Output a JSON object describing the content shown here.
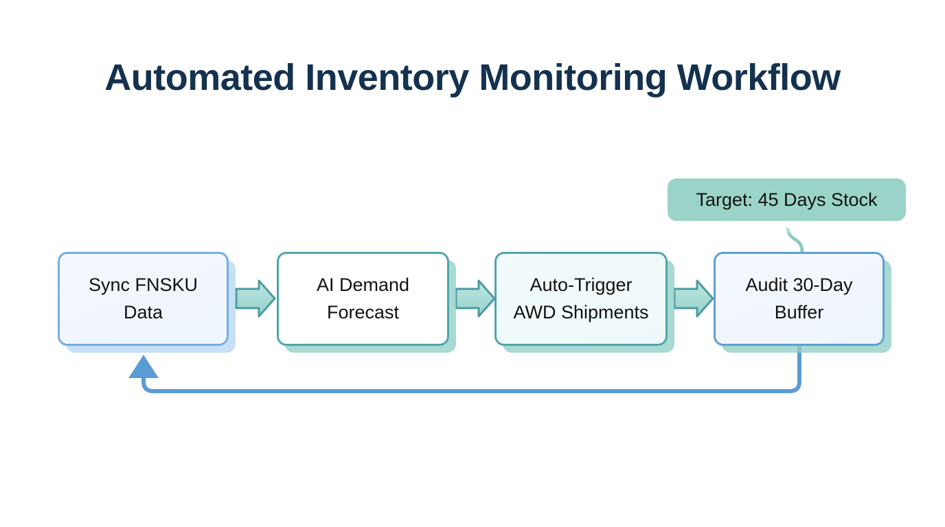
{
  "page": {
    "title": "Automated Inventory Monitoring Workflow",
    "background_color": "#ffffff",
    "title_color": "#14324f"
  },
  "diagram": {
    "type": "flowchart",
    "orientation": "left-to-right",
    "nodes": [
      {
        "id": "node-1",
        "label": "Sync FNSKU\nData",
        "border_color": "#74aee0",
        "fill_color": "#f1f7fd",
        "shadow_color": "#97c6ee"
      },
      {
        "id": "node-2",
        "label": "AI Demand\nForecast",
        "border_color": "#4fa5ab",
        "fill_color": "#ffffff",
        "shadow_color": "#92d0c8"
      },
      {
        "id": "node-3",
        "label": "Auto-Trigger\nAWD Shipments",
        "border_color": "#4fa5ab",
        "fill_color": "#f0f9fb",
        "shadow_color": "#92d0c8"
      },
      {
        "id": "node-4",
        "label": "Audit 30-Day\nBuffer",
        "border_color": "#5f9fd4",
        "fill_color": "#f1f7fd",
        "shadow_color": "#92d0c8"
      }
    ],
    "connectors": [
      {
        "id": "arrow-1-2",
        "from": "node-1",
        "to": "node-2",
        "style": "block-arrow",
        "fill_color": "#a8ddd6",
        "stroke_color": "#4c9aa3"
      },
      {
        "id": "arrow-2-3",
        "from": "node-2",
        "to": "node-3",
        "style": "block-arrow",
        "fill_color": "#a8ddd6",
        "stroke_color": "#4c9aa3"
      },
      {
        "id": "arrow-3-4",
        "from": "node-3",
        "to": "node-4",
        "style": "block-arrow",
        "fill_color": "#a8ddd6",
        "stroke_color": "#4c9aa3"
      },
      {
        "id": "feedback-loop",
        "from": "node-4",
        "to": "node-1",
        "style": "elbow-line-arrow",
        "stroke_color": "#5b9bd5"
      },
      {
        "id": "callout-connector",
        "from": "callout",
        "to": "node-4",
        "style": "curved-line",
        "stroke_color": "#8ec9bf"
      }
    ],
    "annotations": [
      {
        "id": "callout",
        "label": "Target: 45 Days Stock",
        "fill_color": "#9ad4c8",
        "outline_color": "#ffffff",
        "attached_to": "node-4"
      }
    ]
  }
}
